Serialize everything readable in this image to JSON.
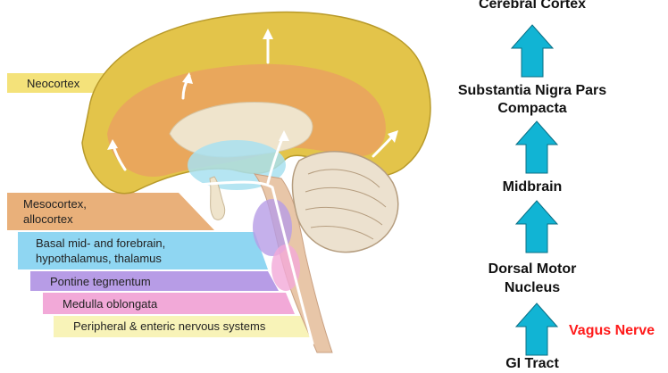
{
  "brain_labels": [
    "Neocortex",
    "Mesocortex,",
    "allocortex",
    "Basal mid- and forebrain,",
    "hypothalamus, thalamus",
    "Pontine tegmentum",
    "Medulla oblongata",
    "Peripheral & enteric nervous systems"
  ],
  "flow": {
    "nodes": [
      "Cerebral Cortex",
      "Substantia Nigra Pars",
      "Compacta",
      "Midbrain",
      "Dorsal Motor",
      "Nucleus",
      "GI Tract"
    ],
    "side_label": "Vagus Nerve"
  },
  "colors": {
    "neocortex": "#f4e27a",
    "mesocortex": "#e9b07a",
    "basal": "#8fd6f2",
    "pontine": "#b79ce6",
    "medulla": "#f2a9d8",
    "peripheral": "#f8f3b8",
    "arrow_fill": "#11b4d4",
    "vagus": "#ff1a1a"
  }
}
